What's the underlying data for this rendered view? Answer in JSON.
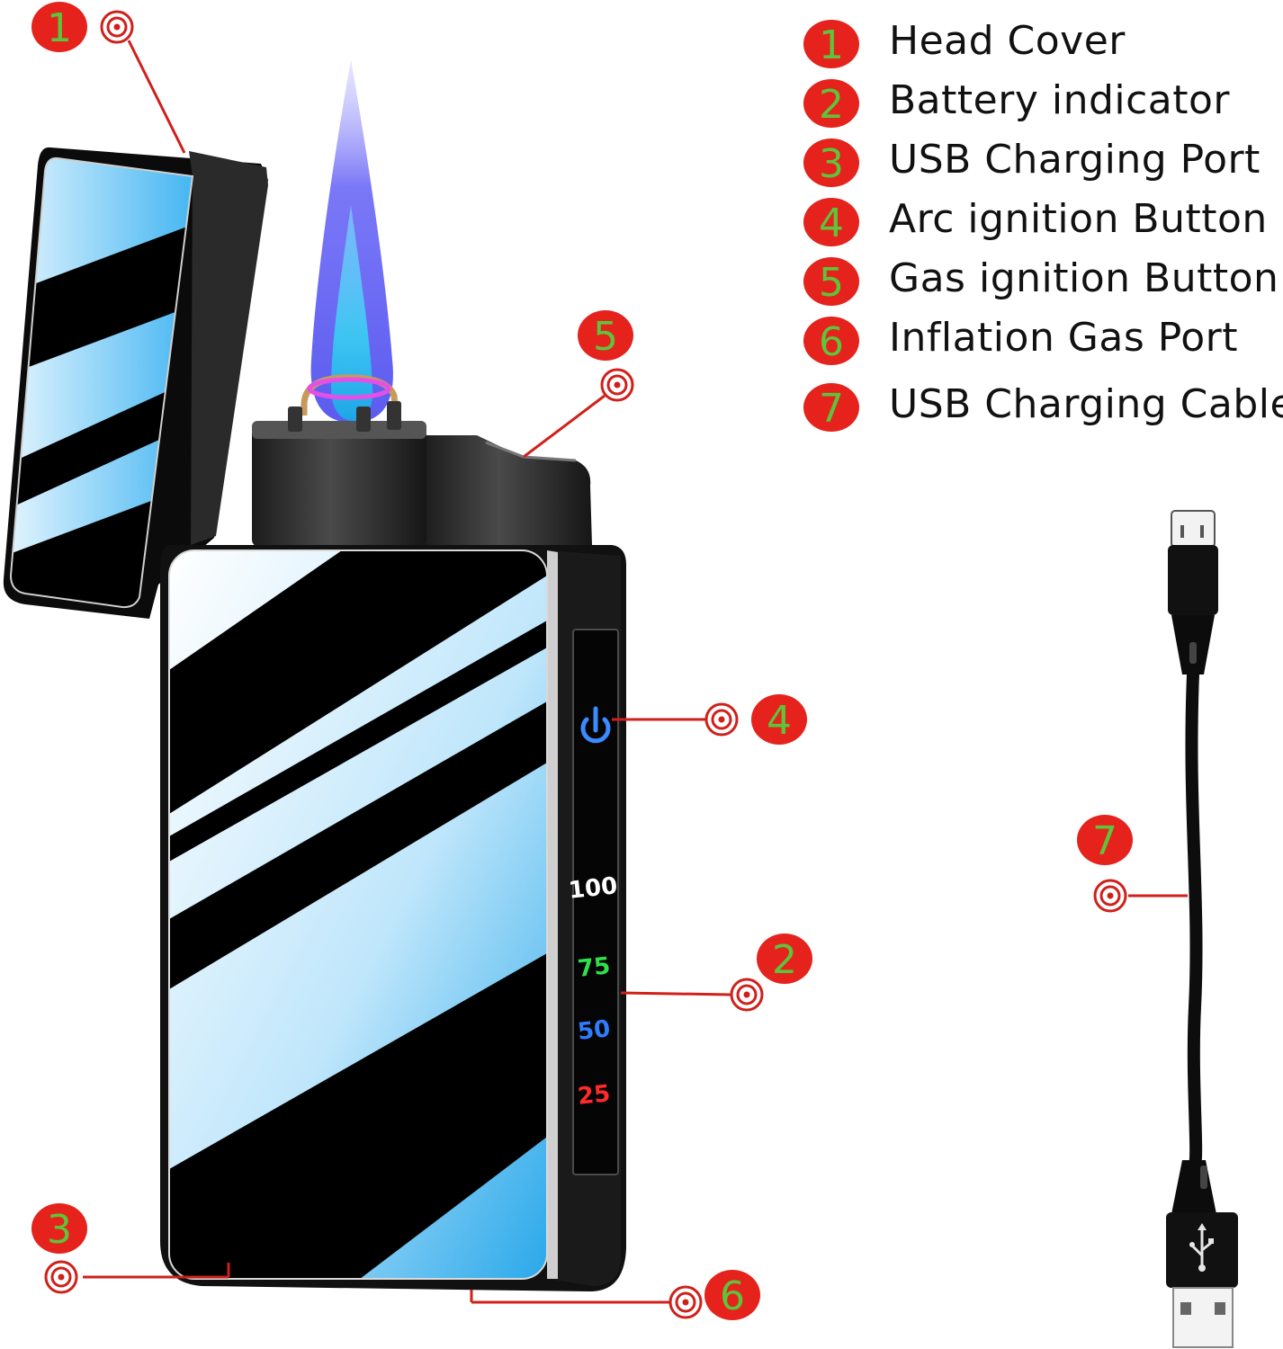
{
  "colors": {
    "badge_fill": "#e5221b",
    "badge_number": "#5ec43b",
    "leader_line": "#d0201a",
    "flame_outer": "#6f6cf4",
    "flame_inner": "#3ec5f2",
    "power_icon": "#3a8bff",
    "battery_100": "#ffffff",
    "battery_75": "#2fe04b",
    "battery_50": "#2f7dff",
    "battery_25": "#ff2a2a"
  },
  "legend": [
    {
      "num": "1",
      "label": "Head Cover"
    },
    {
      "num": "2",
      "label": "Battery indicator"
    },
    {
      "num": "3",
      "label": "USB Charging Port"
    },
    {
      "num": "4",
      "label": "Arc ignition Button"
    },
    {
      "num": "5",
      "label": "Gas ignition Button"
    },
    {
      "num": "6",
      "label": "Inflation Gas Port"
    },
    {
      "num": "7",
      "label": "USB Charging Cable"
    }
  ],
  "callouts": {
    "c1": "1",
    "c2": "2",
    "c3": "3",
    "c4": "4",
    "c5": "5",
    "c6": "6",
    "c7": "7"
  },
  "battery_levels": [
    "100",
    "75",
    "50",
    "25"
  ],
  "icons": {
    "power": "power-icon",
    "target": "target-icon",
    "usb": "usb-symbol-icon"
  }
}
